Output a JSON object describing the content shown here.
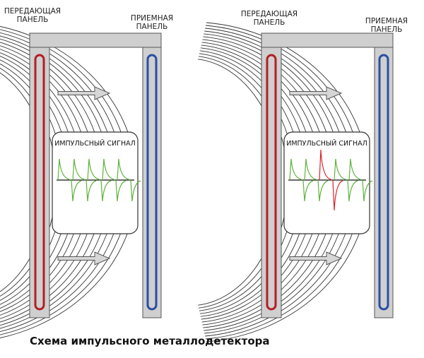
{
  "panels": {
    "left": {
      "transmitter_label": "ПЕРЕДАЮЩАЯ\nПАНЕЛЬ",
      "receiver_label": "ПРИЕМНАЯ\nПАНЕЛЬ",
      "signal_label": "ИМПУЛЬСНЫЙ СИГНАЛ",
      "has_object": false
    },
    "right": {
      "transmitter_label": "ПЕРЕДАЮЩАЯ\nПАНЕЛЬ",
      "receiver_label": "ПРИЕМНАЯ\nПАНЕЛЬ",
      "signal_label": "ИМПУЛЬСНЫЙ СИГНАЛ",
      "has_object": true
    }
  },
  "caption": "Схема импульсного металлодетектора",
  "colors": {
    "transmitter": "#b41e24",
    "receiver": "#2a4fa3",
    "pulse_normal": "#5cb33a",
    "pulse_distorted": "#d9232b",
    "frame": "#cfcfcf"
  },
  "object_icon": "pistol-icon"
}
